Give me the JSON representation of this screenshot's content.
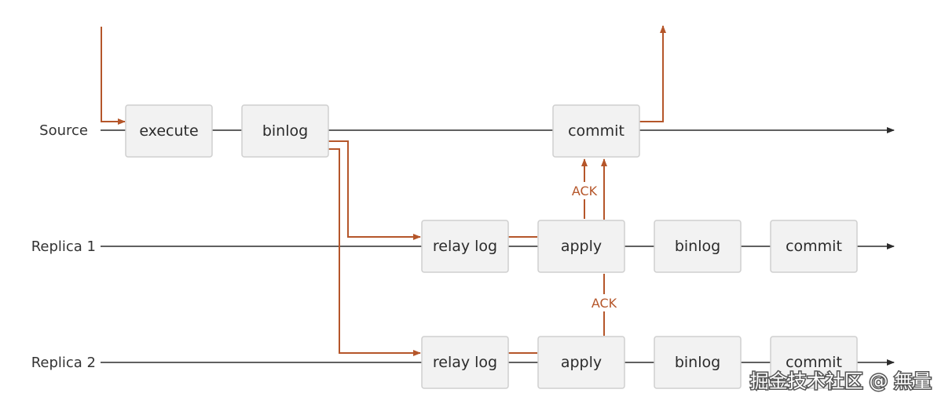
{
  "lanes": {
    "source": "Source",
    "replica1": "Replica 1",
    "replica2": "Replica 2"
  },
  "source": {
    "execute": "execute",
    "binlog": "binlog",
    "commit": "commit"
  },
  "replica1": {
    "relay_log": "relay log",
    "apply": "apply",
    "binlog": "binlog",
    "commit": "commit",
    "ack": "ACK"
  },
  "replica2": {
    "relay_log": "relay log",
    "apply": "apply",
    "binlog": "binlog",
    "commit": "commit",
    "ack": "ACK"
  },
  "watermark": "掘金技术社区 @ 無量",
  "colors": {
    "flow": "#b5562a",
    "timeline": "#2b2b2b",
    "box_fill": "#f2f2f2",
    "box_stroke": "#cfcfcf"
  }
}
